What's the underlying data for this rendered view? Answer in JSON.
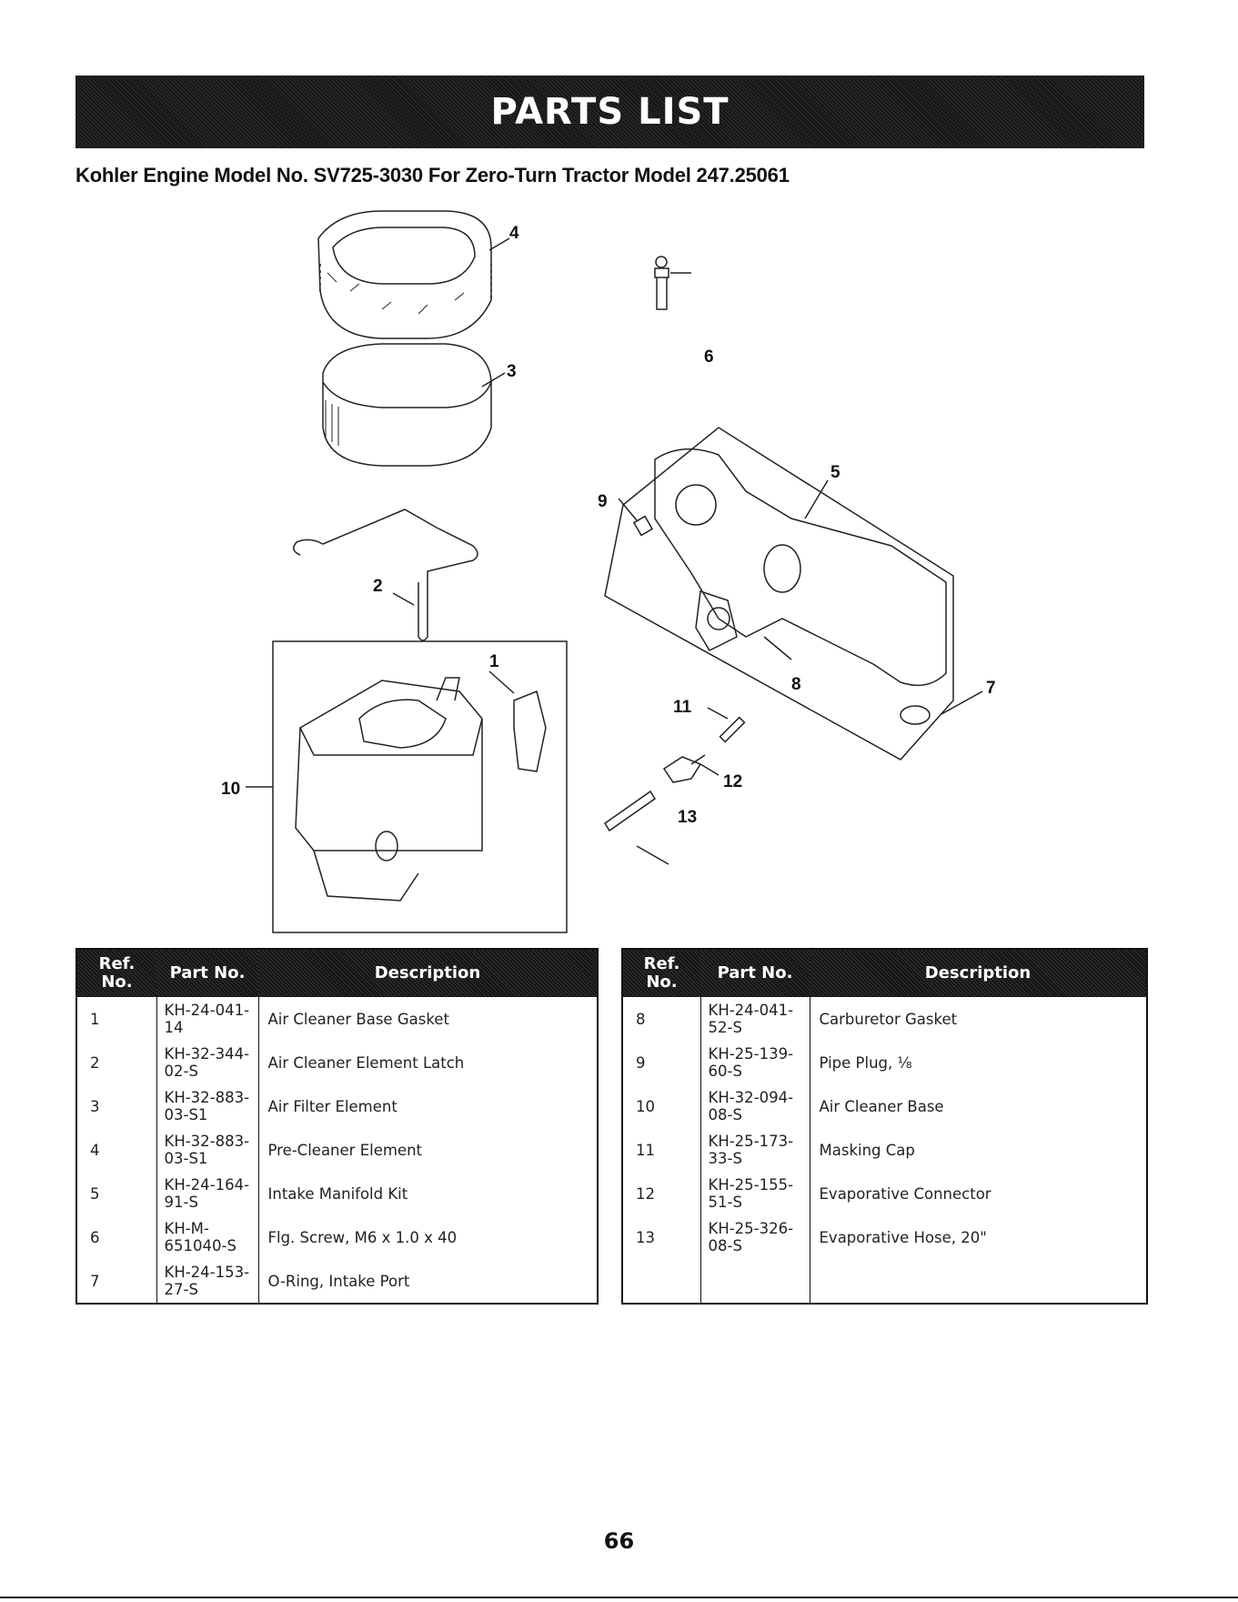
{
  "banner": {
    "title": "PARTS LIST"
  },
  "subtitle": "Kohler Engine Model No. SV725-3030 For Zero-Turn Tractor Model 247.25061",
  "diagram": {
    "callouts": [
      "1",
      "2",
      "3",
      "4",
      "5",
      "6",
      "7",
      "8",
      "9",
      "10",
      "11",
      "12",
      "13"
    ]
  },
  "table_headers": {
    "ref_line1": "Ref.",
    "ref_line2": "No.",
    "part_no": "Part No.",
    "description": "Description"
  },
  "left_table": [
    {
      "ref": "1",
      "part_l1": "KH-24-041-",
      "part_l2": "14",
      "description": "Air Cleaner Base Gasket"
    },
    {
      "ref": "2",
      "part_l1": "KH-32-344-",
      "part_l2": "02-S",
      "description": "Air Cleaner Element Latch"
    },
    {
      "ref": "3",
      "part_l1": "KH-32-883-",
      "part_l2": "03-S1",
      "description": "Air Filter Element"
    },
    {
      "ref": "4",
      "part_l1": "KH-32-883-",
      "part_l2": "03-S1",
      "description": "Pre-Cleaner Element"
    },
    {
      "ref": "5",
      "part_l1": "KH-24-164-",
      "part_l2": "91-S",
      "description": "Intake Manifold Kit"
    },
    {
      "ref": "6",
      "part_l1": "KH-M-",
      "part_l2": "651040-S",
      "description": "Flg. Screw, M6 x 1.0 x 40"
    },
    {
      "ref": "7",
      "part_l1": "KH-24-153-",
      "part_l2": "27-S",
      "description": "O-Ring, Intake Port"
    }
  ],
  "right_table": [
    {
      "ref": "8",
      "part_l1": "KH-24-041-",
      "part_l2": "52-S",
      "description": "Carburetor Gasket"
    },
    {
      "ref": "9",
      "part_l1": "KH-25-139-",
      "part_l2": "60-S",
      "description": "Pipe Plug, ⅛"
    },
    {
      "ref": "10",
      "part_l1": "KH-32-094-",
      "part_l2": "08-S",
      "description": "Air Cleaner Base"
    },
    {
      "ref": "11",
      "part_l1": "KH-25-173-",
      "part_l2": "33-S",
      "description": "Masking Cap"
    },
    {
      "ref": "12",
      "part_l1": "KH-25-155-",
      "part_l2": "51-S",
      "description": "Evaporative Connector"
    },
    {
      "ref": "13",
      "part_l1": "KH-25-326-",
      "part_l2": "08-S",
      "description": "Evaporative Hose, 20\""
    }
  ],
  "page_number": "66"
}
